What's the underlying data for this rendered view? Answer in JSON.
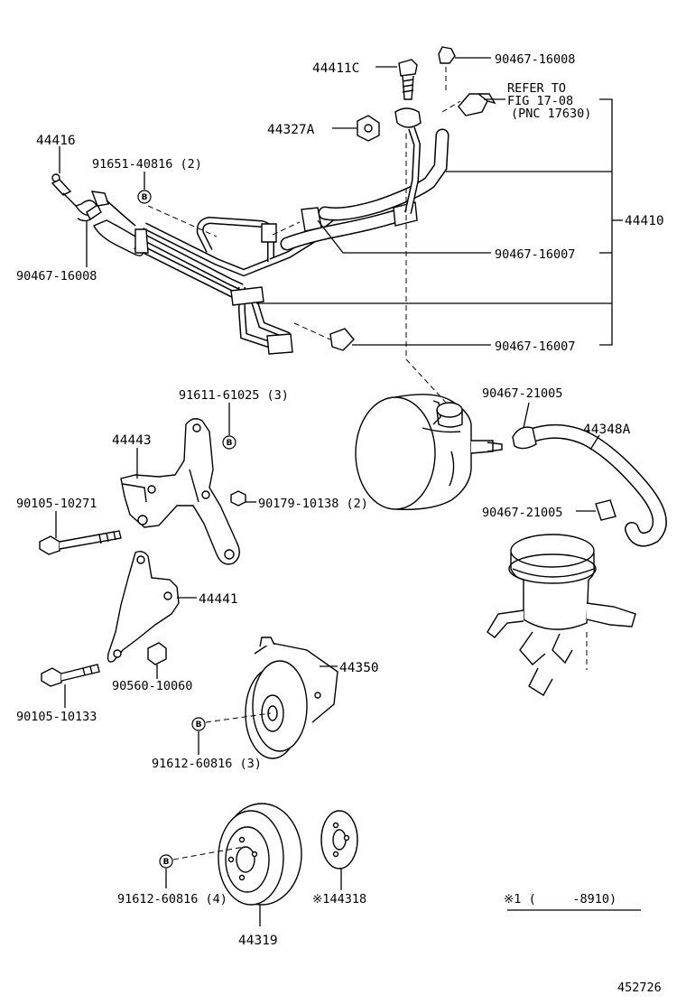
{
  "labels": {
    "p44416": "44416",
    "p91651_40816": "91651-40816 (2)",
    "p90467_16008_left": "90467-16008",
    "p44411c": "44411C",
    "p90467_16008_top": "90467-16008",
    "refer_line1": "REFER TO",
    "refer_line2": "FIG 17-08",
    "refer_line3": "(PNC 17630)",
    "p44327a": "44327A",
    "p44410": "44410",
    "p90467_16007_a": "90467-16007",
    "p90467_16007_b": "90467-16007",
    "p91611_61025": "91611-61025 (3)",
    "p44443": "44443",
    "p90105_10271": "90105-10271",
    "p90179_10138": "90179-10138 (2)",
    "p90467_21005_a": "90467-21005",
    "p44348a": "44348A",
    "p90467_21005_b": "90467-21005",
    "p44441": "44441",
    "p90560_10060": "90560-10060",
    "p90105_10133": "90105-10133",
    "p44350": "44350",
    "p91612_60816_a": "91612-60816 (3)",
    "p91612_60816_b": "91612-60816 (4)",
    "p44319": "44319",
    "p144318": "※144318",
    "note": "※1 (     -8910)",
    "fig_no": "452726"
  },
  "bolt_marker": "B"
}
